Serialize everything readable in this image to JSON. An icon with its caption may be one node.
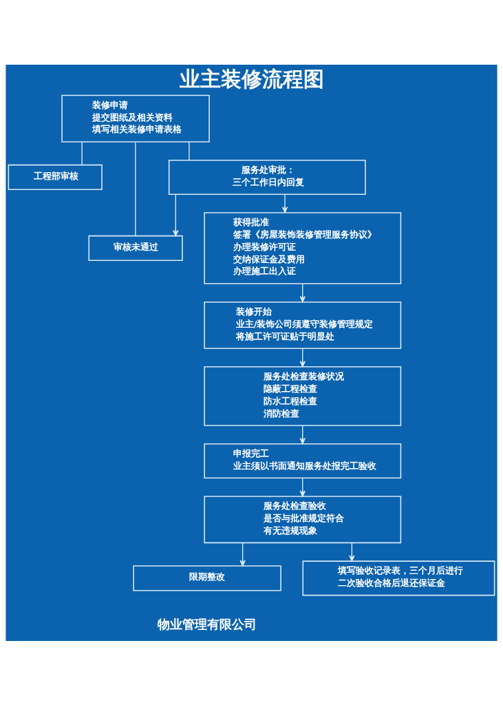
{
  "diagram": {
    "title": "业主装修流程图",
    "nodes": [
      {
        "text": [
          "装修申请",
          "提交图纸及相关资料",
          "填写相关装修申请表格"
        ]
      },
      {
        "text": [
          "工程部审核"
        ]
      },
      {
        "text": [
          "服务处审批：",
          "三个工作日内回复"
        ]
      },
      {
        "text": [
          "审核未通过"
        ]
      },
      {
        "text": [
          "获得批准",
          "签署《房屋装饰装修管理服务协议》",
          "办理装修许可证",
          "交纳保证金及费用",
          "办理施工出入证"
        ]
      },
      {
        "text": [
          "装修开始",
          "业主/装饰公司须遵守装修管理规定",
          "将施工许可证贴于明显处"
        ]
      },
      {
        "text": [
          "服务处检查装修状况",
          "隐蔽工程检查",
          "防水工程检查",
          "消防检查"
        ]
      },
      {
        "text": [
          "申报完工",
          "业主须以书面通知服务处报完工验收"
        ]
      },
      {
        "text": [
          "服务处检查验收",
          "是否与批准规定符合",
          "有无违规现象"
        ]
      },
      {
        "text": [
          "限期整改"
        ]
      },
      {
        "text": [
          "填写验收记录表，三个月后进行二次验收合格后退还保证金"
        ]
      }
    ],
    "edges": [
      {
        "from": 0,
        "to": 1,
        "arrow": "none"
      },
      {
        "from": 0,
        "to": 2,
        "arrow": "none"
      },
      {
        "from": 0,
        "to": 3,
        "arrow": "none"
      },
      {
        "from": 2,
        "to": 3,
        "arrow": "to"
      },
      {
        "from": 2,
        "to": 4,
        "arrow": "to"
      },
      {
        "from": 4,
        "to": 5,
        "arrow": "to"
      },
      {
        "from": 5,
        "to": 6,
        "arrow": "to"
      },
      {
        "from": 6,
        "to": 7,
        "arrow": "to"
      },
      {
        "from": 7,
        "to": 8,
        "arrow": "to"
      },
      {
        "from": 8,
        "to": 9,
        "arrow": "to"
      },
      {
        "from": 8,
        "to": 10,
        "arrow": "to"
      }
    ],
    "labels": [
      "物业管理有限公司"
    ]
  }
}
